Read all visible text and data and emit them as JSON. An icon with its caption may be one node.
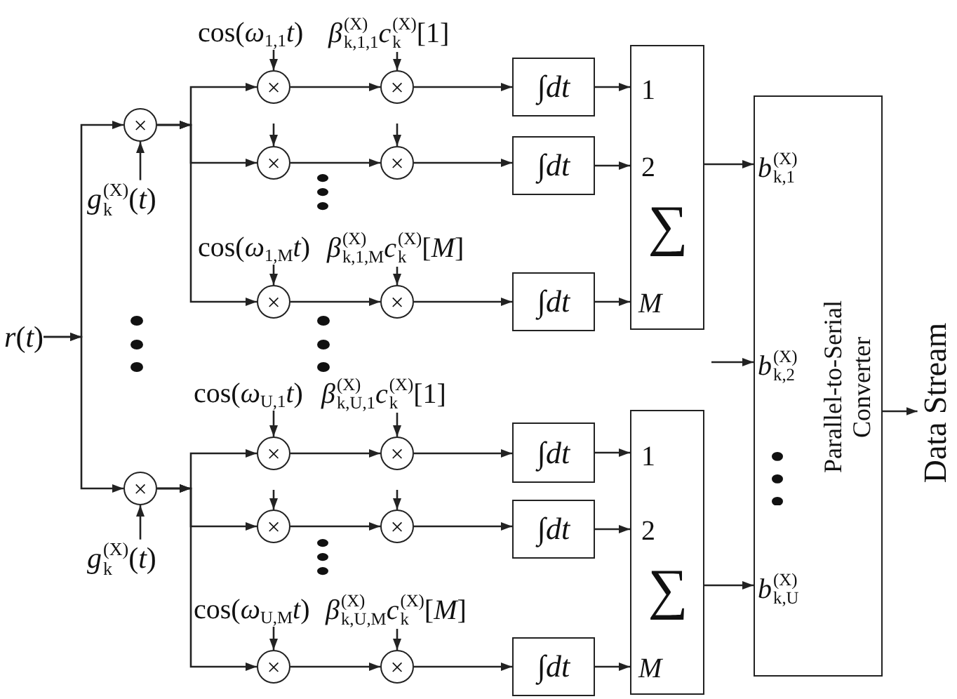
{
  "diagram": {
    "nodes": [
      {
        "text": [
          "*r*(*t*)"
        ]
      },
      {
        "text": [
          "×"
        ]
      },
      {
        "text": [
          "*g*$_{k}$$^{(X)}$(*t*)"
        ]
      },
      {
        "text": [
          "cos(*ω*$_{1,1}$*t*)"
        ]
      },
      {
        "text": [
          "*β*$_{k,1,1}$$^{(X)}$*c*$_{k}$$^{(X)}$[1]"
        ]
      },
      {
        "text": [
          "×"
        ]
      },
      {
        "text": [
          "×"
        ]
      },
      {
        "text": [
          "∫*dt*"
        ]
      },
      {
        "text": [
          "×"
        ]
      },
      {
        "text": [
          "×"
        ]
      },
      {
        "text": [
          "∫*dt*"
        ]
      },
      {
        "text": [
          "cos(*ω*$_{1,M}$*t*)"
        ]
      },
      {
        "text": [
          "*β*$_{k,1,M}$$^{(X)}$*c*$_{k}$$^{(X)}$[*M*]"
        ]
      },
      {
        "text": [
          "×"
        ]
      },
      {
        "text": [
          "×"
        ]
      },
      {
        "text": [
          "∫*dt*"
        ]
      },
      {
        "text": [
          "1",
          "2",
          "∑",
          "M"
        ]
      },
      {
        "text": [
          "×"
        ]
      },
      {
        "text": [
          "*g*$_{k}$$^{(X)}$(*t*)"
        ]
      },
      {
        "text": [
          "cos(*ω*$_{U,1}$*t*)"
        ]
      },
      {
        "text": [
          "*β*$_{k,U,1}$$^{(X)}$*c*$_{k}$$^{(X)}$[1]"
        ]
      },
      {
        "text": [
          "×"
        ]
      },
      {
        "text": [
          "×"
        ]
      },
      {
        "text": [
          "∫*dt*"
        ]
      },
      {
        "text": [
          "×"
        ]
      },
      {
        "text": [
          "×"
        ]
      },
      {
        "text": [
          "∫*dt*"
        ]
      },
      {
        "text": [
          "cos(*ω*$_{U,M}$*t*)"
        ]
      },
      {
        "text": [
          "*β*$_{k,U,M}$$^{(X)}$*c*$_{k}$$^{(X)}$[*M*]"
        ]
      },
      {
        "text": [
          "×"
        ]
      },
      {
        "text": [
          "×"
        ]
      },
      {
        "text": [
          "∫*dt*"
        ]
      },
      {
        "text": [
          "1",
          "2",
          "∑",
          "M"
        ]
      },
      {
        "text": [
          "*b*$_{k,1}$$^{(X)}$",
          "*b*$_{k,2}$$^{(X)}$",
          "*b*$_{k,U}$$^{(X)}$",
          "Parallel-to-Serial Converter"
        ]
      },
      {
        "text": [
          "Data Stream"
        ]
      }
    ],
    "edges": [
      {
        "from": 0,
        "to": 1,
        "arrow": "to"
      },
      {
        "from": 0,
        "to": 17,
        "arrow": "to"
      },
      {
        "from": 2,
        "to": 1,
        "arrow": "to"
      },
      {
        "from": 1,
        "to": 5,
        "arrow": "to"
      },
      {
        "from": 1,
        "to": 8,
        "arrow": "to"
      },
      {
        "from": 1,
        "to": 13,
        "arrow": "to"
      },
      {
        "from": 3,
        "to": 5,
        "arrow": "to"
      },
      {
        "from": 4,
        "to": 6,
        "arrow": "to"
      },
      {
        "from": 5,
        "to": 6,
        "arrow": "to"
      },
      {
        "from": 6,
        "to": 7,
        "arrow": "to"
      },
      {
        "from": 7,
        "to": 16,
        "arrow": "to"
      },
      {
        "from": null,
        "to": 8,
        "arrow": "to"
      },
      {
        "from": null,
        "to": 9,
        "arrow": "to"
      },
      {
        "from": 8,
        "to": 9,
        "arrow": "to"
      },
      {
        "from": 9,
        "to": 10,
        "arrow": "to"
      },
      {
        "from": 10,
        "to": 16,
        "arrow": "to"
      },
      {
        "from": 11,
        "to": 13,
        "arrow": "to"
      },
      {
        "from": 12,
        "to": 14,
        "arrow": "to"
      },
      {
        "from": 13,
        "to": 14,
        "arrow": "to"
      },
      {
        "from": 14,
        "to": 15,
        "arrow": "to"
      },
      {
        "from": 15,
        "to": 16,
        "arrow": "to"
      },
      {
        "from": 16,
        "to": 33,
        "arrow": "to"
      },
      {
        "from": 18,
        "to": 17,
        "arrow": "to"
      },
      {
        "from": 17,
        "to": 21,
        "arrow": "to"
      },
      {
        "from": 17,
        "to": 24,
        "arrow": "to"
      },
      {
        "from": 17,
        "to": 29,
        "arrow": "to"
      },
      {
        "from": 19,
        "to": 21,
        "arrow": "to"
      },
      {
        "from": 20,
        "to": 22,
        "arrow": "to"
      },
      {
        "from": 21,
        "to": 22,
        "arrow": "to"
      },
      {
        "from": 22,
        "to": 23,
        "arrow": "to"
      },
      {
        "from": 23,
        "to": 32,
        "arrow": "to"
      },
      {
        "from": null,
        "to": 24,
        "arrow": "to"
      },
      {
        "from": null,
        "to": 25,
        "arrow": "to"
      },
      {
        "from": 24,
        "to": 25,
        "arrow": "to"
      },
      {
        "from": 25,
        "to": 26,
        "arrow": "to"
      },
      {
        "from": 26,
        "to": 32,
        "arrow": "to"
      },
      {
        "from": 27,
        "to": 29,
        "arrow": "to"
      },
      {
        "from": 28,
        "to": 30,
        "arrow": "to"
      },
      {
        "from": 29,
        "to": 30,
        "arrow": "to"
      },
      {
        "from": 30,
        "to": 31,
        "arrow": "to"
      },
      {
        "from": 31,
        "to": 32,
        "arrow": "to"
      },
      {
        "from": 32,
        "to": 33,
        "arrow": "to"
      },
      {
        "from": null,
        "to": 33,
        "arrow": "to"
      },
      {
        "from": 33,
        "to": 34,
        "arrow": "to"
      }
    ]
  }
}
